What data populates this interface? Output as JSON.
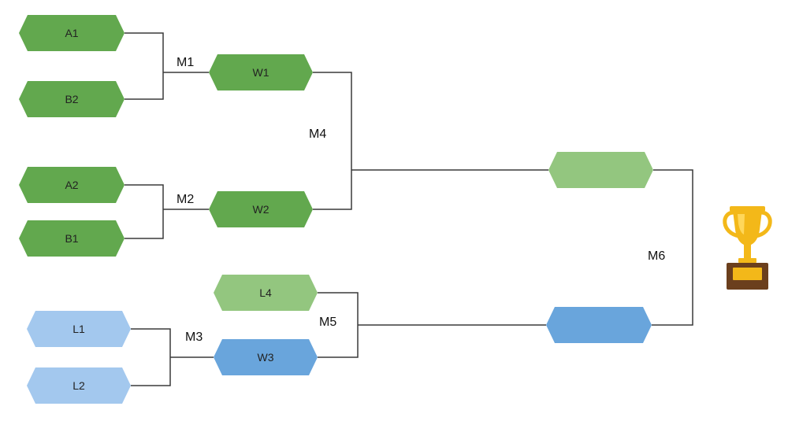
{
  "colors": {
    "dark_green": "#62a84e",
    "light_green": "#93c67f",
    "light_blue": "#a3c8ee",
    "medium_blue": "#69a5dc",
    "connector": "#3a3a3a",
    "trophy_gold": "#f3b819",
    "trophy_base": "#6b3f1d"
  },
  "teams": {
    "a1": "A1",
    "b2": "B2",
    "a2": "A2",
    "b1": "B1",
    "l1": "L1",
    "l2": "L2"
  },
  "results": {
    "w1": "W1",
    "w2": "W2",
    "l4": "L4",
    "w3": "W3",
    "upper_final": "",
    "lower_final": ""
  },
  "matches": {
    "m1": "M1",
    "m2": "M2",
    "m3": "M3",
    "m4": "M4",
    "m5": "M5",
    "m6": "M6"
  },
  "prize": {
    "icon": "trophy-icon"
  }
}
